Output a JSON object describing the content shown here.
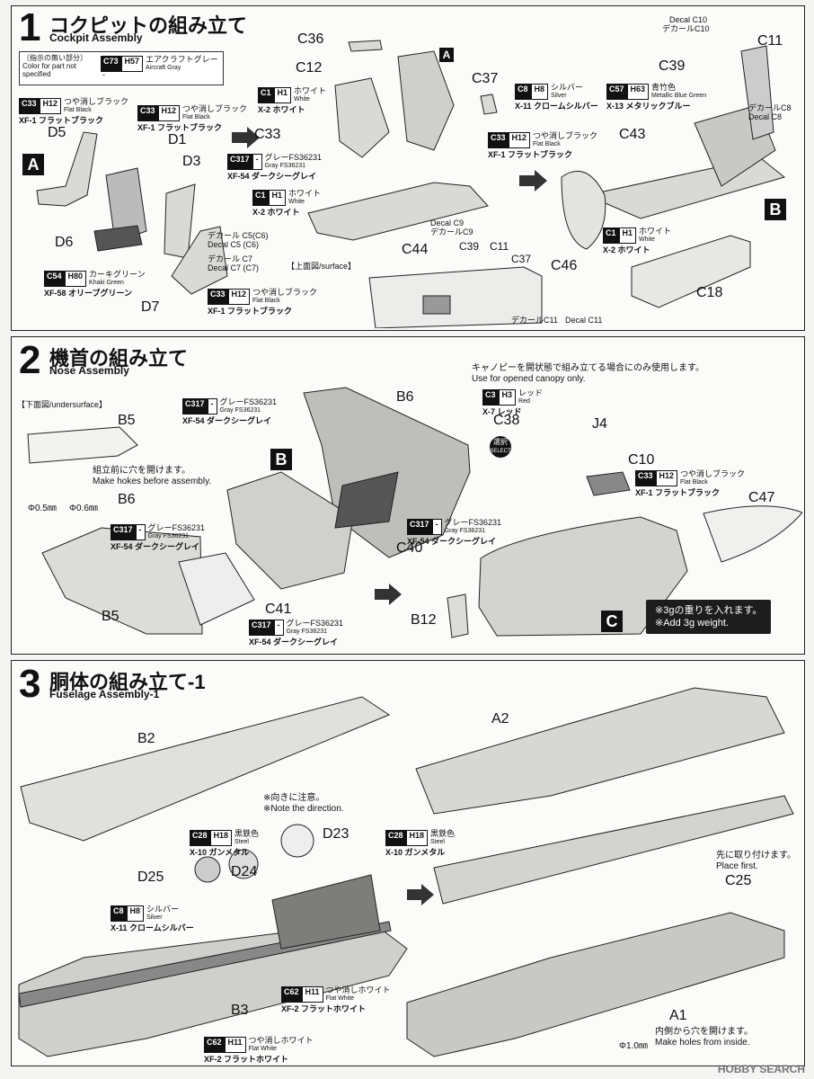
{
  "step1": {
    "num": "1",
    "title_jp": "コクピットの組み立て",
    "title_en": "Cockpit Assembly",
    "legend": {
      "line1": "〔指示の無い部分〕",
      "line2": "Color for part not",
      "line3": "specified",
      "code1": "C73",
      "code2": "H57",
      "jp": "エアクラフトグレー",
      "en": "Aircraft Gray",
      "dash": "-"
    },
    "paint_c33_left": {
      "code1": "C33",
      "code2": "H12",
      "jp": "つや消しブラック",
      "en": "Flat Black",
      "xf": "XF-1 フラットブラック"
    },
    "paint_c33_mid": {
      "code1": "C33",
      "code2": "H12",
      "jp": "つや消しブラック",
      "en": "Flat Black",
      "xf": "XF-1 フラットブラック"
    },
    "paint_c1_top": {
      "code1": "C1",
      "code2": "H1",
      "jp": "ホワイト",
      "en": "White",
      "xf": "X-2 ホワイト"
    },
    "paint_c317": {
      "code1": "C317",
      "code2": "-",
      "jp": "グレーFS36231",
      "en": "Gray FS36231",
      "xf": "XF-54 ダークシーグレイ"
    },
    "paint_c1_mid": {
      "code1": "C1",
      "code2": "H1",
      "jp": "ホワイト",
      "en": "White",
      "xf": "X-2 ホワイト"
    },
    "paint_c54": {
      "code1": "C54",
      "code2": "H80",
      "jp": "カーキグリーン",
      "en": "Khaki Green",
      "xf": "XF-58 オリーブグリーン"
    },
    "paint_c33_d7": {
      "code1": "C33",
      "code2": "H12",
      "jp": "つや消しブラック",
      "en": "Flat Black",
      "xf": "XF-1 フラットブラック"
    },
    "paint_c33_c43": {
      "code1": "C33",
      "code2": "H12",
      "jp": "つや消しブラック",
      "en": "Flat Black",
      "xf": "XF-1 フラットブラック"
    },
    "paint_c8": {
      "code1": "C8",
      "code2": "H8",
      "jp": "シルバー",
      "en": "Silver",
      "xf": "X-11 クロームシルバー"
    },
    "paint_c57": {
      "code1": "C57",
      "code2": "H63",
      "jp": "青竹色",
      "en": "Metallic Blue Green",
      "xf": "X-13 メタリックブルー"
    },
    "paint_c1_right": {
      "code1": "C1",
      "code2": "H1",
      "jp": "ホワイト",
      "en": "White",
      "xf": "X-2 ホワイト"
    },
    "parts": {
      "c36": "C36",
      "c12": "C12",
      "c33": "C33",
      "c37": "C37",
      "c39": "C39",
      "c11": "C11",
      "c43": "C43",
      "c46": "C46",
      "c18": "C18",
      "c44": "C44",
      "c39b": "C39",
      "c11b": "C11",
      "c37b": "C37",
      "d5": "D5",
      "d1": "D1",
      "d3": "D3",
      "d6": "D6",
      "d7": "D7"
    },
    "decals": {
      "c10_en": "Decal C10",
      "c10_jp": "デカールC10",
      "c8_jp": "デカールC8",
      "c8_en": "Decal C8",
      "c5_jp": "デカール C5(C6)",
      "c5_en": "Decal C5 (C6)",
      "c7_jp": "デカール C7",
      "c7_en": "Decal C7 (C7)",
      "c9_en": "Decal C9",
      "c9_jp": "デカールC9",
      "c11_jp": "デカールC11",
      "c11_en": "Decal C11"
    },
    "surface": "【上面図/surface】",
    "letter_a": "A",
    "letter_a2": "A",
    "letter_b": "B"
  },
  "step2": {
    "num": "2",
    "title_jp": "機首の組み立て",
    "title_en": "Nose Assembly",
    "undersurface": "【下面図/undersurface】",
    "b5a": "B5",
    "b6a": "B6",
    "b5b": "B5",
    "b6b": "B6",
    "b12": "B12",
    "c40": "C40",
    "c41": "C41",
    "c38": "C38",
    "c10": "C10",
    "c47": "C47",
    "j4": "J4",
    "holes_jp": "組立前に穴を開けます。",
    "holes_en": "Make hokes before assembly.",
    "d05": "Φ0.5㎜",
    "d06": "Φ0.6㎜",
    "canopy_jp": "キャノピーを開状態で組み立てる場合にのみ使用します。",
    "canopy_en": "Use for opened canopy only.",
    "select_jp": "選択",
    "select_en": "SELECT",
    "weight_jp": "※3gの重りを入れます。",
    "weight_en": "※Add 3g weight.",
    "letter_b": "B",
    "letter_c": "C",
    "paint_c317_top": {
      "code1": "C317",
      "code2": "-",
      "jp": "グレーFS36231",
      "en": "Gray FS36231",
      "xf": "XF-54 ダークシーグレイ"
    },
    "paint_c317_left": {
      "code1": "C317",
      "code2": "-",
      "jp": "グレーFS36231",
      "en": "Gray FS36231",
      "xf": "XF-54 ダークシーグレイ"
    },
    "paint_c317_mid": {
      "code1": "C317",
      "code2": "-",
      "jp": "グレーFS36231",
      "en": "Gray FS36231",
      "xf": "XF-54 ダークシーグレイ"
    },
    "paint_c317_bot": {
      "code1": "C317",
      "code2": "-",
      "jp": "グレーFS36231",
      "en": "Gray FS36231",
      "xf": "XF-54 ダークシーグレイ"
    },
    "paint_c3": {
      "code1": "C3",
      "code2": "H3",
      "jp": "レッド",
      "en": "Red",
      "xf": "X-7 レッド"
    },
    "paint_c33": {
      "code1": "C33",
      "code2": "H12",
      "jp": "つや消しブラック",
      "en": "Flat Black",
      "xf": "XF-1 フラットブラック"
    }
  },
  "step3": {
    "num": "3",
    "title_jp": "胴体の組み立て-1",
    "title_en": "Fuselage Assembly-1",
    "b2": "B2",
    "b3": "B3",
    "a1": "A1",
    "a2": "A2",
    "d23": "D23",
    "d24": "D24",
    "d25": "D25",
    "c25": "C25",
    "dir_jp": "※向きに注意。",
    "dir_en": "※Note the direction.",
    "first_jp": "先に取り付けます。",
    "first_en": "Place first.",
    "inside_jp": "内側から穴を開けます。",
    "inside_en": "Make holes from inside.",
    "d10": "Φ1.0㎜",
    "paint_c28_left": {
      "code1": "C28",
      "code2": "H18",
      "jp": "黒鉄色",
      "en": "Steel",
      "xf": "X-10 ガンメタル"
    },
    "paint_c28_right": {
      "code1": "C28",
      "code2": "H18",
      "jp": "黒鉄色",
      "en": "Steel",
      "xf": "X-10 ガンメタル"
    },
    "paint_c8": {
      "code1": "C8",
      "code2": "H8",
      "jp": "シルバー",
      "en": "Silver",
      "xf": "X-11 クロームシルバー"
    },
    "paint_c62_mid": {
      "code1": "C62",
      "code2": "H11",
      "jp": "つや消しホワイト",
      "en": "Flat White",
      "xf": "XF-2 フラットホワイト"
    },
    "paint_c62_bot": {
      "code1": "C62",
      "code2": "H11",
      "jp": "つや消しホワイト",
      "en": "Flat White",
      "xf": "XF-2 フラットホワイト"
    }
  },
  "watermark": "HOBBY SEARCH"
}
